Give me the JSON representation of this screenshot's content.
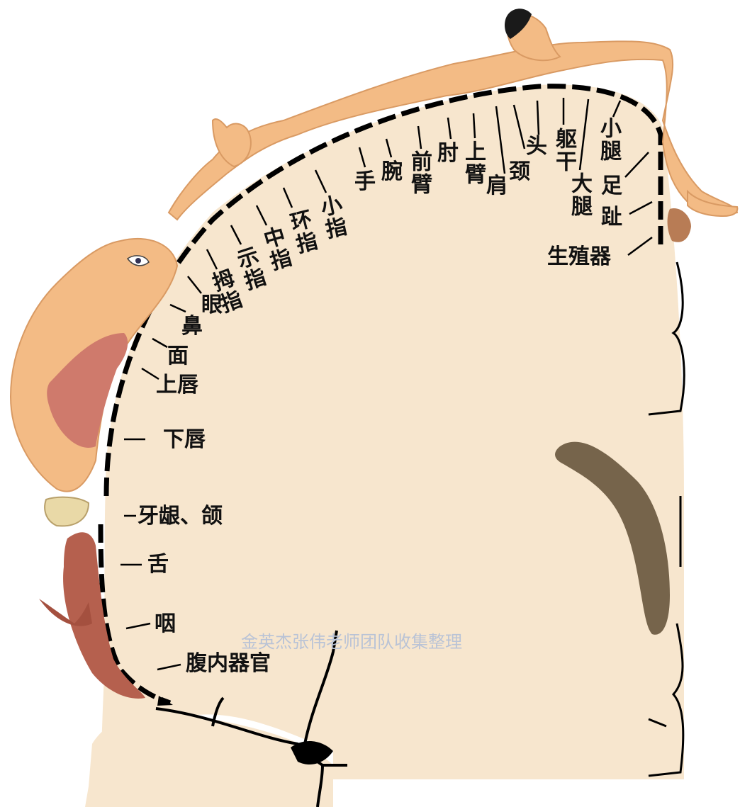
{
  "labels": {
    "xiaotui": "小腿",
    "zu": "足",
    "zhi": "趾",
    "shengzhiqi": "生殖器",
    "qugan": "躯干",
    "datui": "大腿",
    "tou": "头",
    "jing": "颈",
    "jian": "肩",
    "shangbi": "上臂",
    "zhou": "肘",
    "qianbi": "前臂",
    "wan": "腕",
    "shou": "手",
    "xiaozhi": "小指",
    "huanzhi": "环指",
    "zhongzhi": "中指",
    "shizhi": "示指",
    "muzhi": "拇指",
    "yan": "眼",
    "bi": "鼻",
    "mian": "面",
    "shangchun": "上唇",
    "xiachun": "下唇",
    "yayin_he": "牙龈、颌",
    "she": "舌",
    "yan_throat": "咽",
    "funeiqiguan": "腹内器官"
  },
  "watermark": "金英杰张伟老师团队收集整理",
  "colors": {
    "cortex": "#f7e6ce",
    "skin": "#f3bb85",
    "lips": "#cf7a6c",
    "tongue": "#b5604e",
    "ventricle": "#76644b",
    "outline": "#000000"
  }
}
